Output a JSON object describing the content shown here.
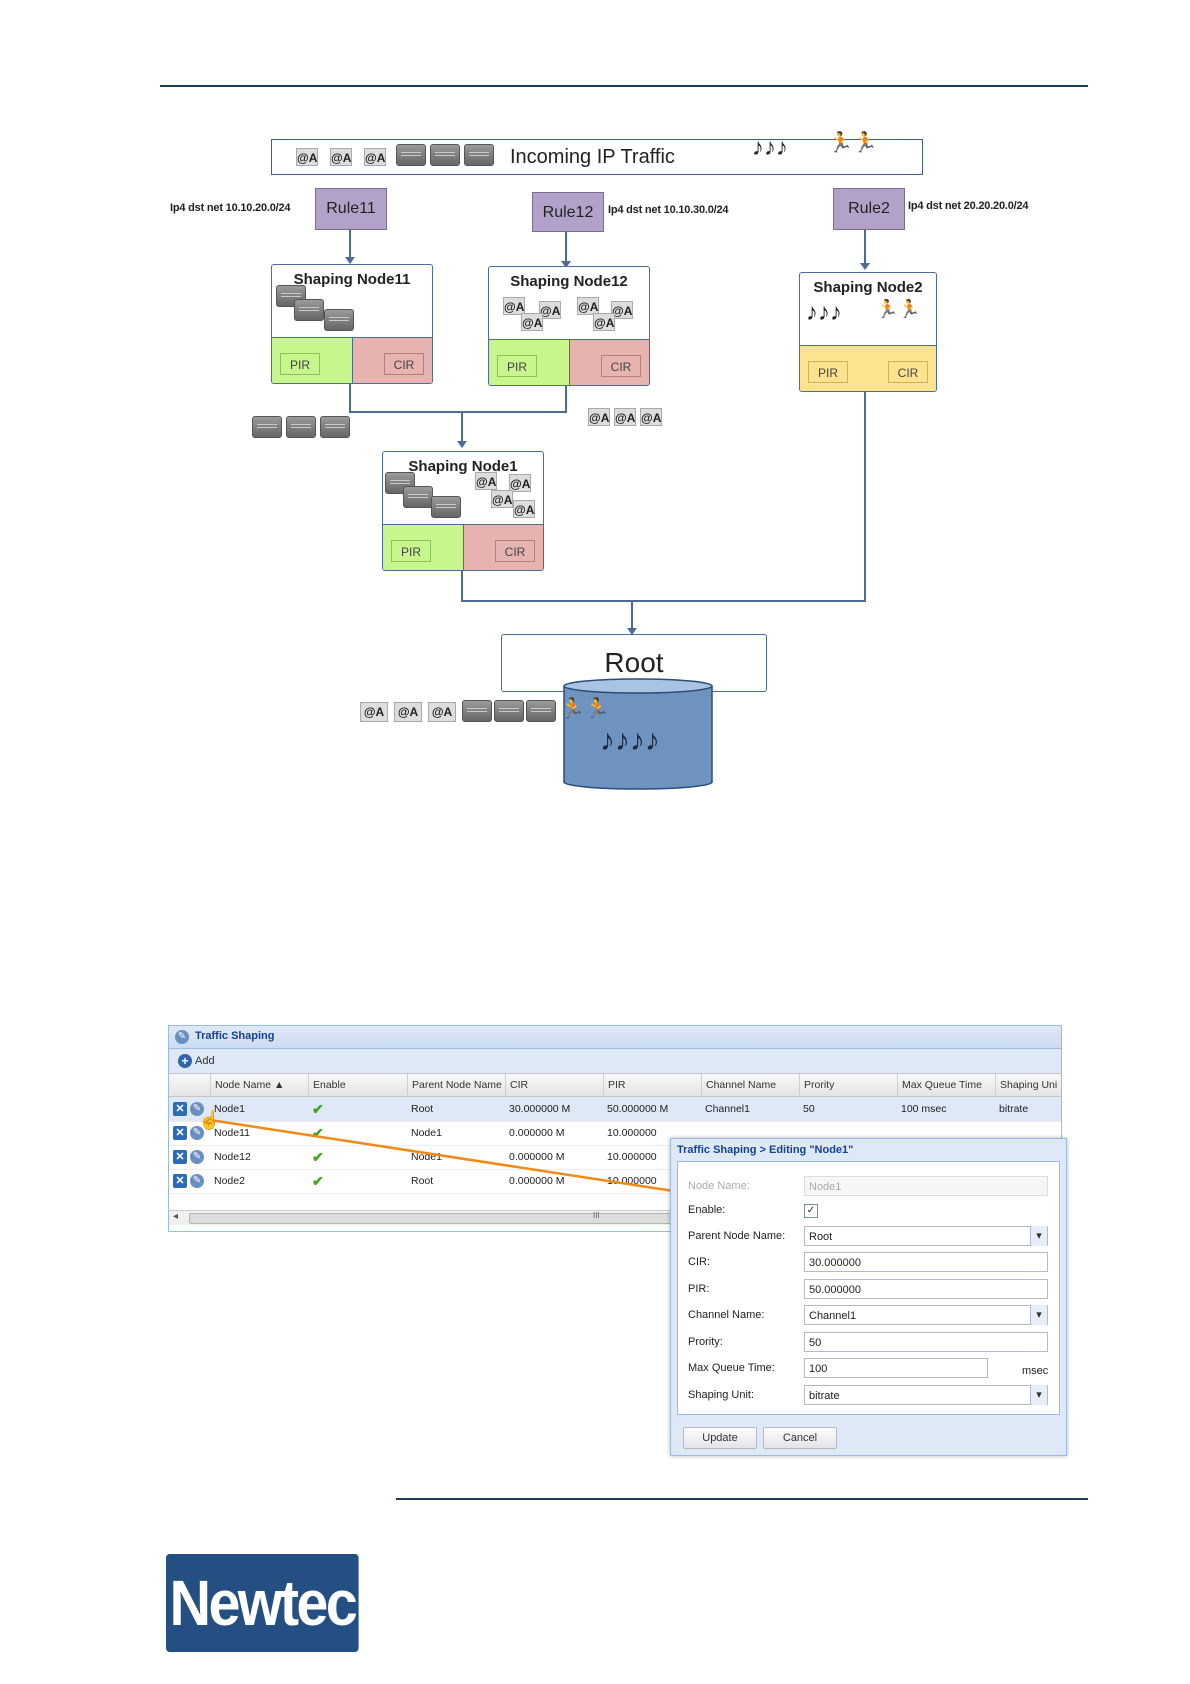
{
  "diagram": {
    "incoming_label": "Incoming IP Traffic",
    "rules": [
      {
        "name": "Rule11",
        "match": "Ip4 dst net 10.10.20.0/24"
      },
      {
        "name": "Rule12",
        "match": "Ip4 dst net 10.10.30.0/24"
      },
      {
        "name": "Rule2",
        "match": "Ip4 dst net 20.20.20.0/24"
      }
    ],
    "nodes": [
      {
        "title": "Shaping Node11",
        "pir": "PIR",
        "cir": "CIR"
      },
      {
        "title": "Shaping Node12",
        "pir": "PIR",
        "cir": "CIR"
      },
      {
        "title": "Shaping Node2",
        "pir": "PIR",
        "cir": "CIR"
      },
      {
        "title": "Shaping Node1",
        "pir": "PIR",
        "cir": "CIR"
      }
    ],
    "root_label": "Root",
    "mail_glyph": "@A",
    "colors": {
      "pir": "#c8f58d",
      "cir": "#e6b3b1",
      "yellow": "#fde38f",
      "rule": "#b2a2c9",
      "root_cylinder": "#6f93bf",
      "line": "#4b6d95"
    }
  },
  "ui": {
    "panel_title": "Traffic Shaping",
    "add_label": "Add",
    "columns": [
      "Node Name ▲",
      "Enable",
      "Parent Node Name",
      "CIR",
      "PIR",
      "Channel Name",
      "Prority",
      "Max Queue Time",
      "Shaping Uni"
    ],
    "rows": [
      {
        "name": "Node1",
        "parent": "Root",
        "cir": "30.000000 M",
        "pir": "50.000000 M",
        "channel": "Channel1",
        "priority": "50",
        "maxq": "100 msec",
        "unit": "bitrate"
      },
      {
        "name": "Node11",
        "parent": "Node1",
        "cir": "0.000000 M",
        "pir": "10.000000",
        "channel": "",
        "priority": "",
        "maxq": "",
        "unit": ""
      },
      {
        "name": "Node12",
        "parent": "Node1",
        "cir": "0.000000 M",
        "pir": "10.000000",
        "channel": "",
        "priority": "",
        "maxq": "",
        "unit": ""
      },
      {
        "name": "Node2",
        "parent": "Root",
        "cir": "0.000000 M",
        "pir": "10.000000",
        "channel": "",
        "priority": "",
        "maxq": "",
        "unit": ""
      }
    ],
    "scroll_glyph": "III",
    "dialog": {
      "title": "Traffic Shaping > Editing \"Node1\"",
      "labels": {
        "node_name": "Node Name:",
        "enable": "Enable:",
        "parent": "Parent Node Name:",
        "cir": "CIR:",
        "pir": "PIR:",
        "channel": "Channel Name:",
        "priority": "Prority:",
        "maxq": "Max Queue Time:",
        "unit": "Shaping Unit:"
      },
      "values": {
        "node_name": "Node1",
        "parent": "Root",
        "cir": "30.000000",
        "pir": "50.000000",
        "channel": "Channel1",
        "priority": "50",
        "maxq": "100",
        "unit": "bitrate"
      },
      "maxq_unit": "msec",
      "update_label": "Update",
      "cancel_label": "Cancel"
    }
  },
  "logo_text": "Newtec"
}
